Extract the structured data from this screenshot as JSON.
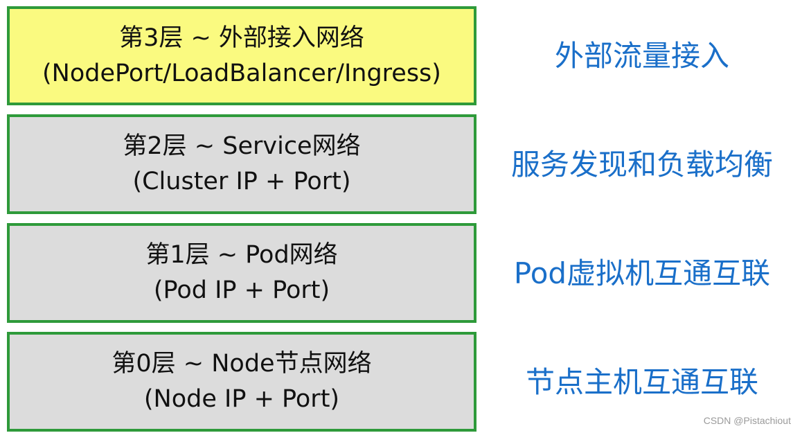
{
  "layers": [
    {
      "title": "第3层 ~ 外部接入网络",
      "detail": "(NodePort/LoadBalancer/Ingress)",
      "description": "外部流量接入",
      "fill": "#fafa80"
    },
    {
      "title": "第2层 ~ Service网络",
      "detail": "(Cluster IP + Port)",
      "description": "服务发现和负载均衡",
      "fill": "#dcdcdc"
    },
    {
      "title": "第1层 ~ Pod网络",
      "detail": "(Pod IP + Port)",
      "description": "Pod虚拟机互通互联",
      "fill": "#dcdcdc"
    },
    {
      "title": "第0层 ~ Node节点网络",
      "detail": "(Node IP + Port)",
      "description": "节点主机互通互联",
      "fill": "#dcdcdc"
    }
  ],
  "colors": {
    "border": "#2e9a3a",
    "description_text": "#1a6fc9"
  },
  "watermark": "CSDN @Pistachiout"
}
